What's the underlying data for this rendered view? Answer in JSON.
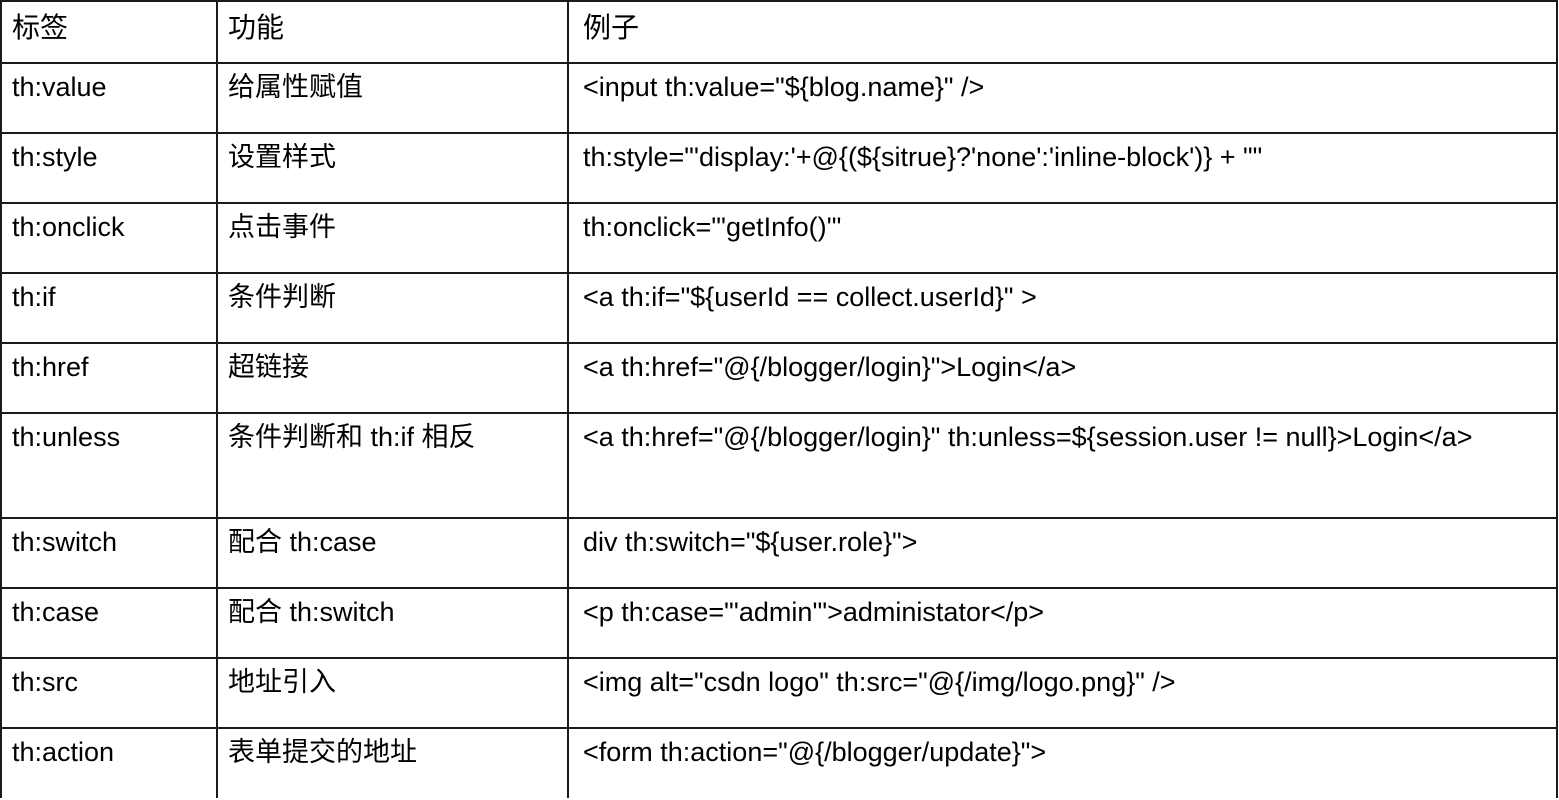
{
  "table": {
    "headers": [
      "标签",
      "功能",
      "例子"
    ],
    "rows": [
      {
        "tag": "th:value",
        "function": "给属性赋值",
        "example": "<input th:value=\"${blog.name}\" />",
        "tall": false,
        "justify": false
      },
      {
        "tag": "th:style",
        "function": "设置样式",
        "example": "th:style=\"'display:'+@{(${sitrue}?'none':'inline-block')} + \"\"",
        "tall": false,
        "justify": false
      },
      {
        "tag": "th:onclick",
        "function": "点击事件",
        "example": "th:onclick=\"'getInfo()'\"",
        "tall": false,
        "justify": false
      },
      {
        "tag": "th:if",
        "function": "条件判断",
        "example": "<a th:if=\"${userId == collect.userId}\" >",
        "tall": false,
        "justify": false
      },
      {
        "tag": "th:href",
        "function": "超链接",
        "example": "<a th:href=\"@{/blogger/login}\">Login</a>",
        "tall": false,
        "justify": false
      },
      {
        "tag": "th:unless",
        "function": "条件判断和 th:if 相反",
        "example": "<a    th:href=\"@{/blogger/login}\"    th:unless=${session.user    != null}>Login</a>",
        "tall": true,
        "justify": true
      },
      {
        "tag": "th:switch",
        "function": "配合 th:case",
        "example": "div th:switch=\"${user.role}\">",
        "tall": false,
        "justify": false
      },
      {
        "tag": "th:case",
        "function": "配合 th:switch",
        "example": "<p th:case=\"'admin'\">administator</p>",
        "tall": false,
        "justify": false
      },
      {
        "tag": "th:src",
        "function": "地址引入",
        "example": "<img alt=\"csdn logo\" th:src=\"@{/img/logo.png}\" />",
        "tall": false,
        "justify": false
      },
      {
        "tag": "th:action",
        "function": "表单提交的地址",
        "example": "<form th:action=\"@{/blogger/update}\">",
        "tall": false,
        "justify": false
      }
    ]
  },
  "colors": {
    "border": "#1a1a1a",
    "text": "#000000",
    "background": "#ffffff"
  }
}
